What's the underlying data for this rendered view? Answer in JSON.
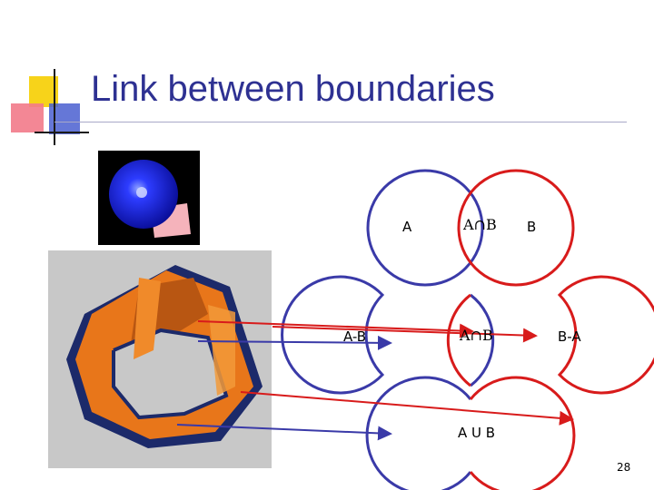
{
  "slide": {
    "title": "Link between boundaries",
    "page_number": "28"
  },
  "labels": {
    "set_a": "A",
    "set_b": "B",
    "intersection_top": "A∩B",
    "a_minus_b": "A-B",
    "intersection_mid": "A∩B",
    "b_minus_a": "B-A",
    "union": "A U B"
  },
  "colors": {
    "title": "#2e3192",
    "set_a": "#3a3aa8",
    "set_b": "#d81b1b",
    "logo_yellow": "#f7d31a",
    "logo_pink": "#f27a8a",
    "logo_blue": "#4a5fd0"
  }
}
